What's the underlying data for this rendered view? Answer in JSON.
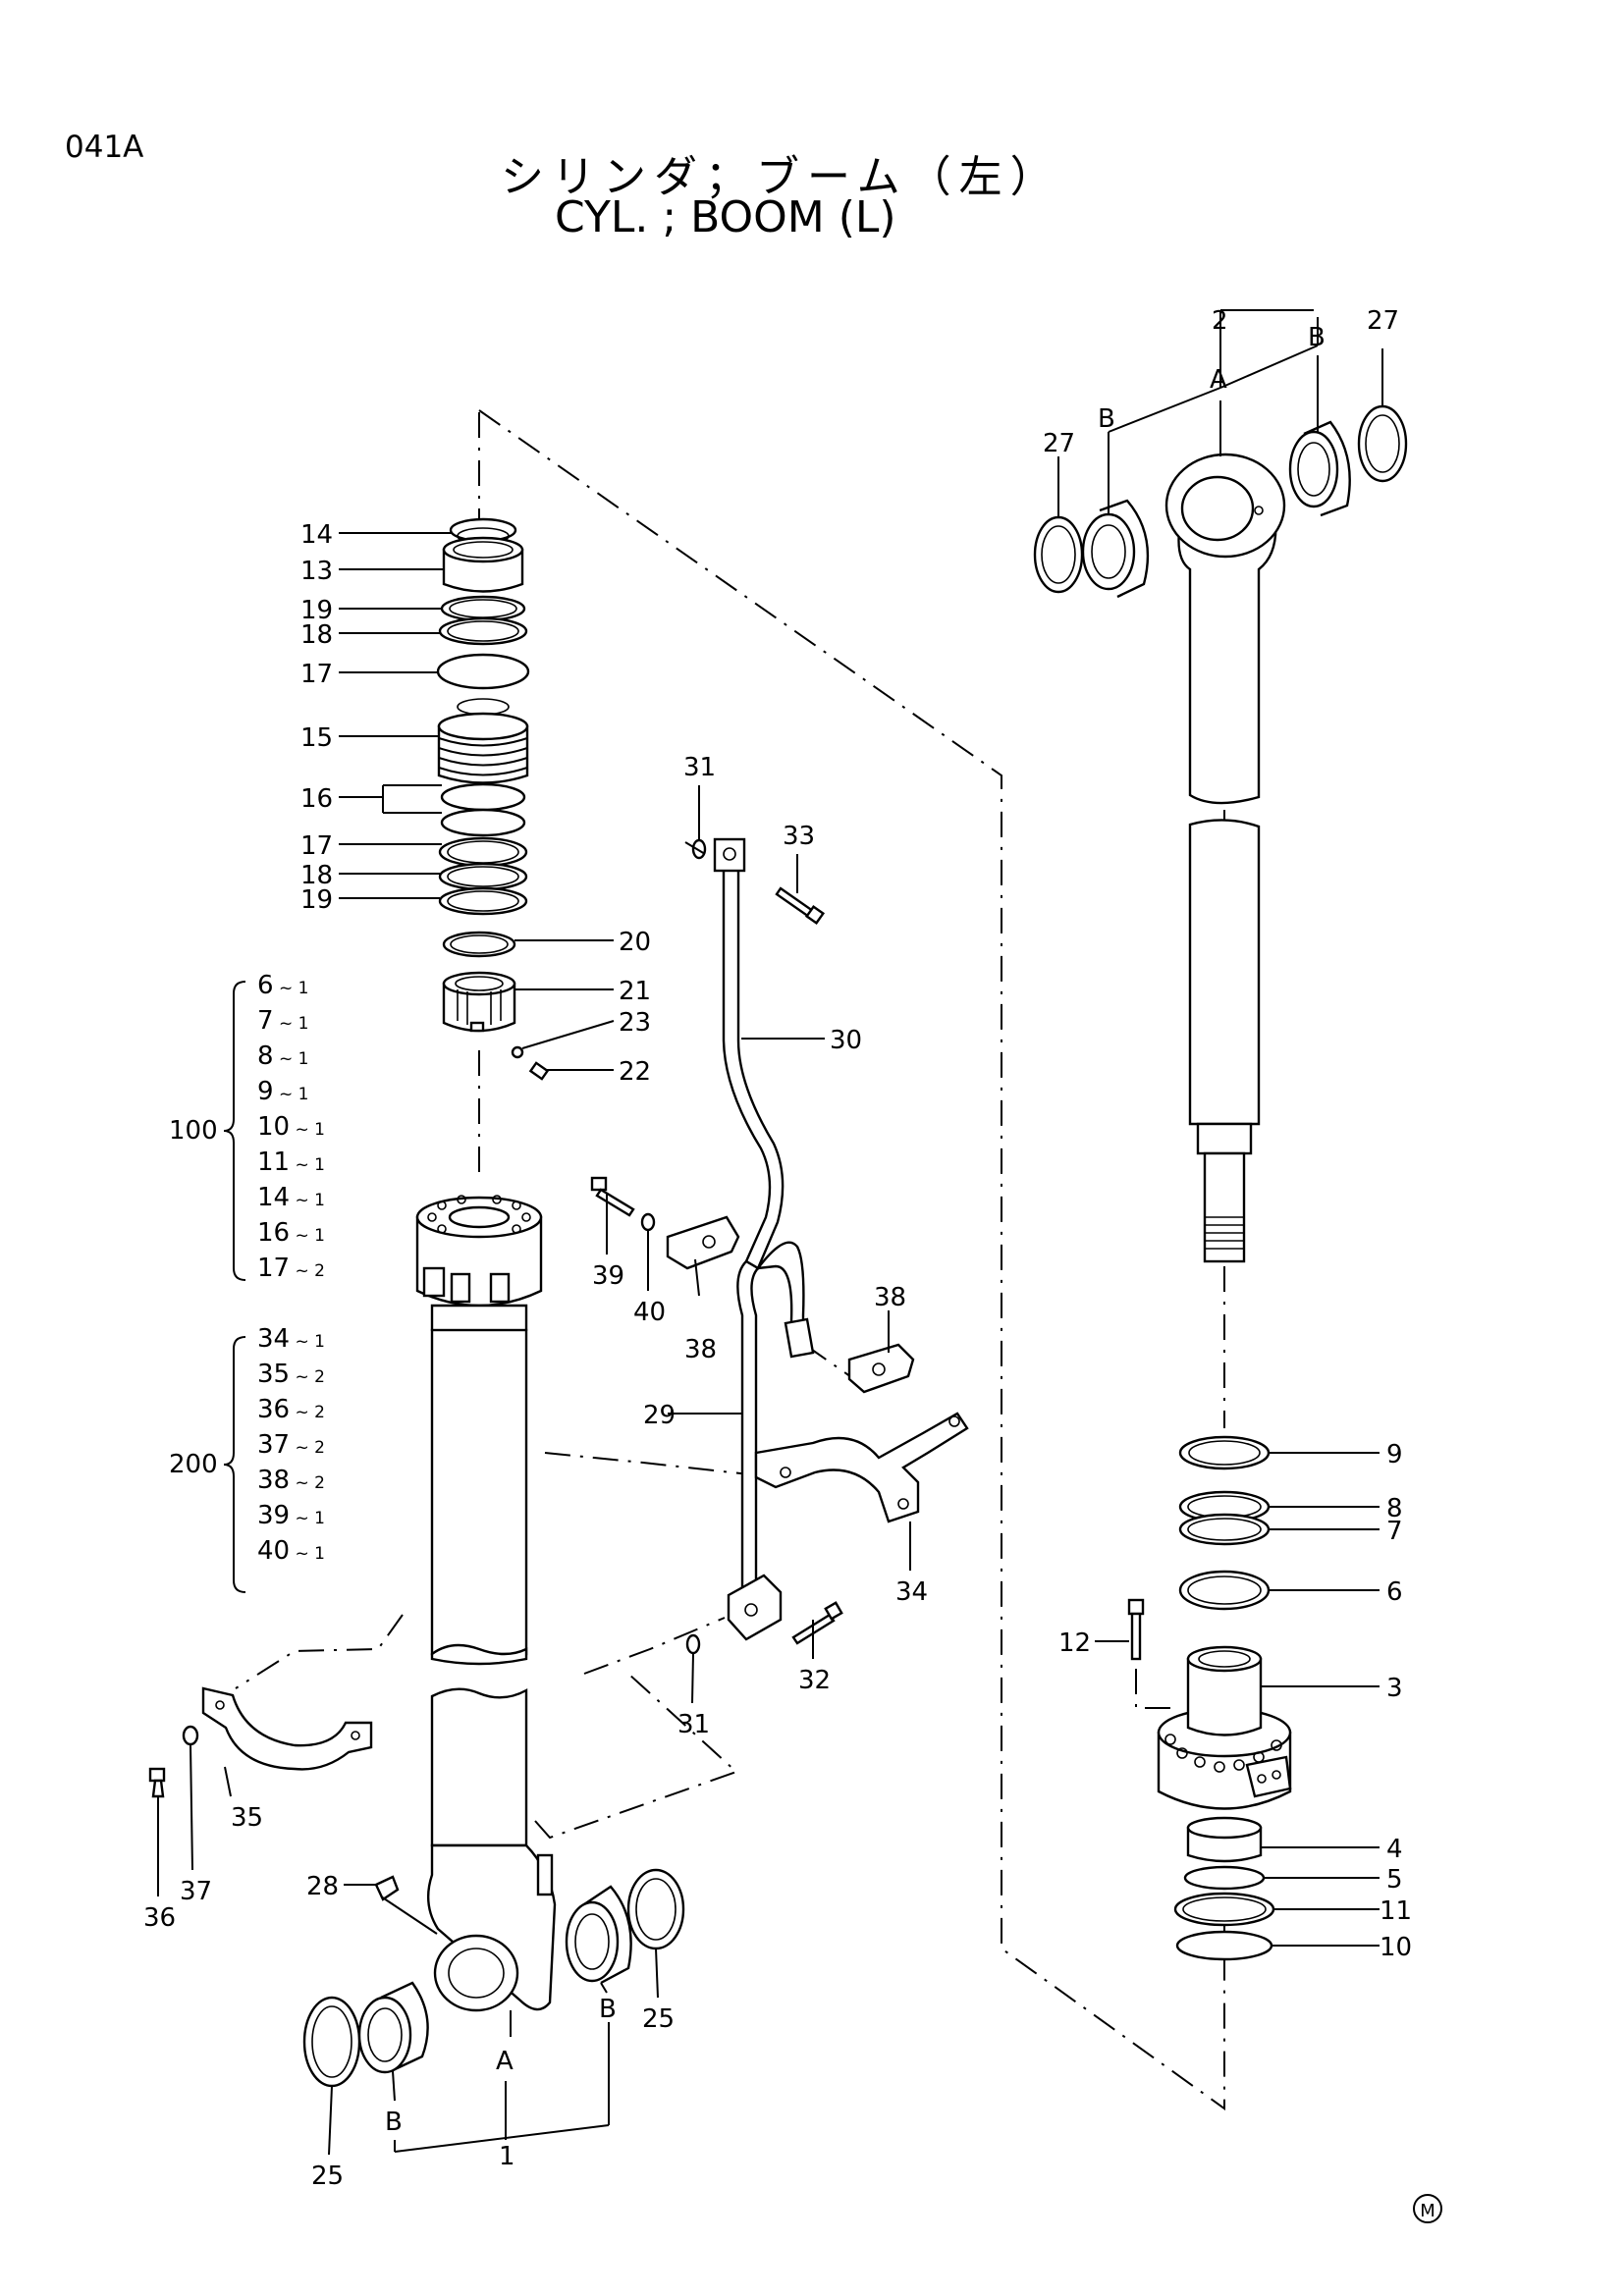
{
  "header": {
    "page_code": "041A",
    "title_jp": "シリンダ；ブーム（左）",
    "title_en": "CYL. ; BOOM  (L)"
  },
  "part_labels": {
    "p14": "14",
    "p13": "13",
    "p19a": "19",
    "p18a": "18",
    "p17a": "17",
    "p15": "15",
    "p16": "16",
    "p17b": "17",
    "p18b": "18",
    "p19b": "19",
    "p20": "20",
    "p21": "21",
    "p23": "23",
    "p22": "22",
    "p31a": "31",
    "p33": "33",
    "p30": "30",
    "p39": "39",
    "p40": "40",
    "p38a": "38",
    "p38b": "38",
    "p29": "29",
    "p34": "34",
    "p32": "32",
    "p31b": "31",
    "p35": "35",
    "p37": "37",
    "p36": "36",
    "p28": "28",
    "p25a": "25",
    "p25b": "25",
    "p1": "1",
    "p2": "2",
    "p27a": "27",
    "p27b": "27",
    "p9": "9",
    "p8": "8",
    "p7": "7",
    "p6": "6",
    "p12": "12",
    "p3": "3",
    "p4": "4",
    "p5": "5",
    "p11": "11",
    "p10": "10",
    "a_rod": "A",
    "b_rod_l": "B",
    "b_rod_r": "B",
    "a_tube": "A",
    "b_tube_l": "B",
    "b_tube_r": "B"
  },
  "groups": [
    {
      "id": "100",
      "items": [
        {
          "part": "6",
          "qty": "1"
        },
        {
          "part": "7",
          "qty": "1"
        },
        {
          "part": "8",
          "qty": "1"
        },
        {
          "part": "9",
          "qty": "1"
        },
        {
          "part": "10",
          "qty": "1"
        },
        {
          "part": "11",
          "qty": "1"
        },
        {
          "part": "14",
          "qty": "1"
        },
        {
          "part": "16",
          "qty": "1"
        },
        {
          "part": "17",
          "qty": "2"
        }
      ]
    },
    {
      "id": "200",
      "items": [
        {
          "part": "34",
          "qty": "1"
        },
        {
          "part": "35",
          "qty": "2"
        },
        {
          "part": "36",
          "qty": "2"
        },
        {
          "part": "37",
          "qty": "2"
        },
        {
          "part": "38",
          "qty": "2"
        },
        {
          "part": "39",
          "qty": "1"
        },
        {
          "part": "40",
          "qty": "1"
        }
      ]
    }
  ],
  "footer": {
    "mark": "M"
  }
}
